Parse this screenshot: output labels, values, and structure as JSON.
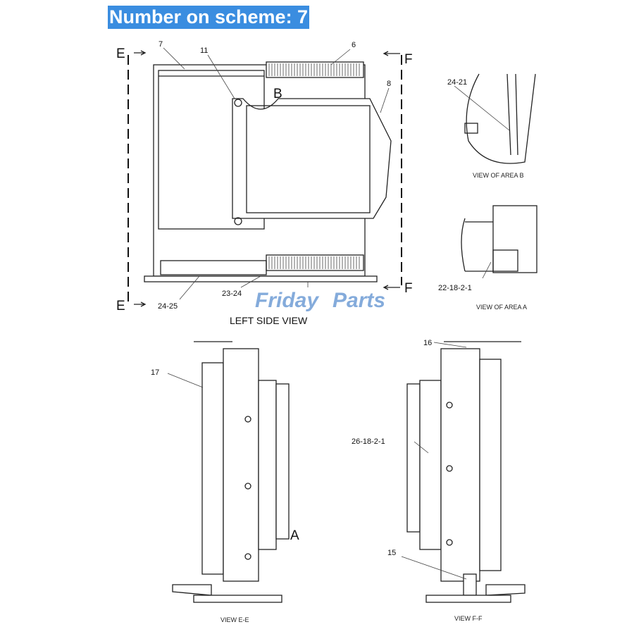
{
  "header": {
    "title": "Number on scheme: 7"
  },
  "diagram": {
    "left_side_view": {
      "caption": "LEFT SIDE VIEW",
      "section_e": "E",
      "section_f": "F",
      "area_b": "B",
      "callouts": [
        "7",
        "11",
        "6",
        "8",
        "24-25",
        "23-24"
      ]
    },
    "view_area_b": {
      "caption": "VIEW OF AREA  B",
      "callout": "24-21"
    },
    "view_area_a": {
      "caption": "VIEW OF AREA  A",
      "callout": "22-18-2-1"
    },
    "view_e_e": {
      "caption": "VIEW E-E",
      "callout": "17",
      "area_a": "A"
    },
    "view_f_f": {
      "caption": "VIEW F-F",
      "callouts": [
        "16",
        "26-18-2-1",
        "15"
      ]
    }
  },
  "watermark": {
    "text_left": "Friday",
    "text_right": "Parts",
    "colors": {
      "blue": "#5b8fd0",
      "orange": "#f0a040"
    }
  },
  "colors": {
    "title_bg": "#3a8de0",
    "title_fg": "#ffffff"
  }
}
